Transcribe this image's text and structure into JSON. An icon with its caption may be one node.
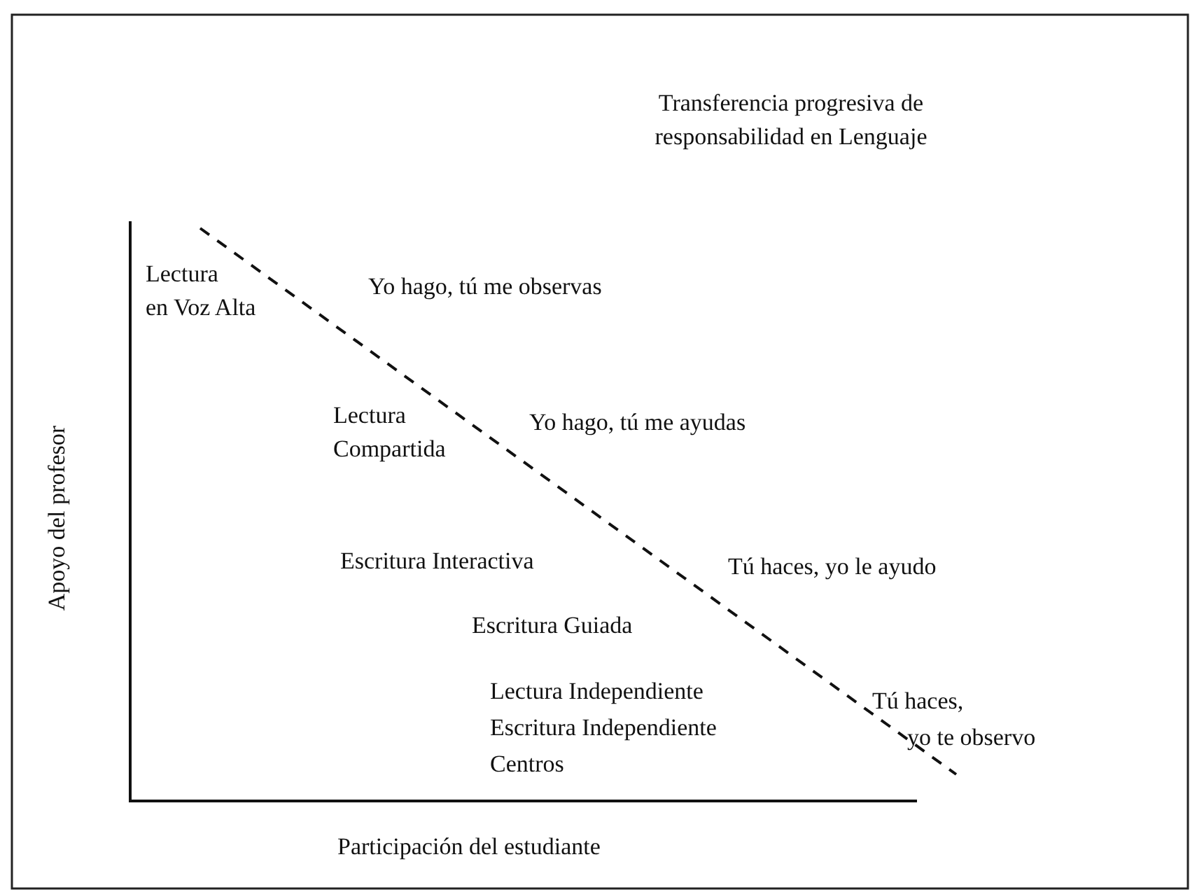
{
  "diagram": {
    "title": "Transferencia progresiva de responsabilidad en Lenguaje",
    "labels": [
      "Lectura en Voz Alta",
      "Yo hago, tú me observas",
      "Lectura Compartida",
      "Yo hago, tú me ayudas",
      "Escritura Interactiva",
      "Tú haces, yo le ayudo",
      "Escritura Guiada",
      "Lectura Independiente Escritura Independiente Centros",
      "Tú haces, yo te observo",
      "Apoyo del profesor",
      "Participación del estudiante"
    ]
  }
}
